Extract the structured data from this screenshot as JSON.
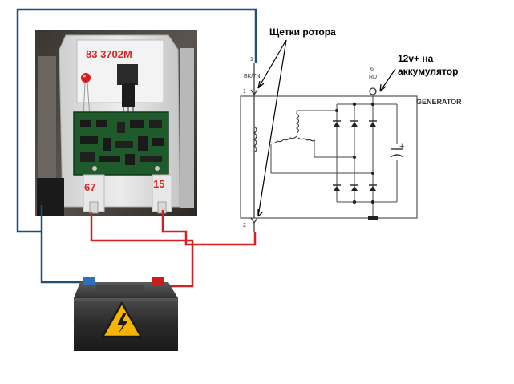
{
  "regulator": {
    "model_label": "83 3702M",
    "terminal_left": "67",
    "terminal_right": "15"
  },
  "annotations": {
    "rotor_brushes": "Щетки ротора",
    "battery_plus_line1": "12v+ на",
    "battery_plus_line2": "аккумулятор"
  },
  "schematic": {
    "generator_title": "GENERATOR",
    "pin1_number": "1",
    "pin1_code": "BK/TN",
    "pin2_number": "2",
    "pin6_number": "6",
    "pin6_code": "RD",
    "capacitor_plus": "+"
  },
  "colors": {
    "wire_red": "#d42020",
    "wire_blue": "#1f4e79",
    "arrow_black": "#000000",
    "label_red": "#e02424",
    "battery_body": "#2a2a2a",
    "warning_yellow": "#f4b400"
  },
  "icons": {
    "battery": "battery-icon",
    "warning": "high-voltage-warning-icon",
    "led": "red-led-icon",
    "regulator_board": "pcb-board-icon"
  }
}
